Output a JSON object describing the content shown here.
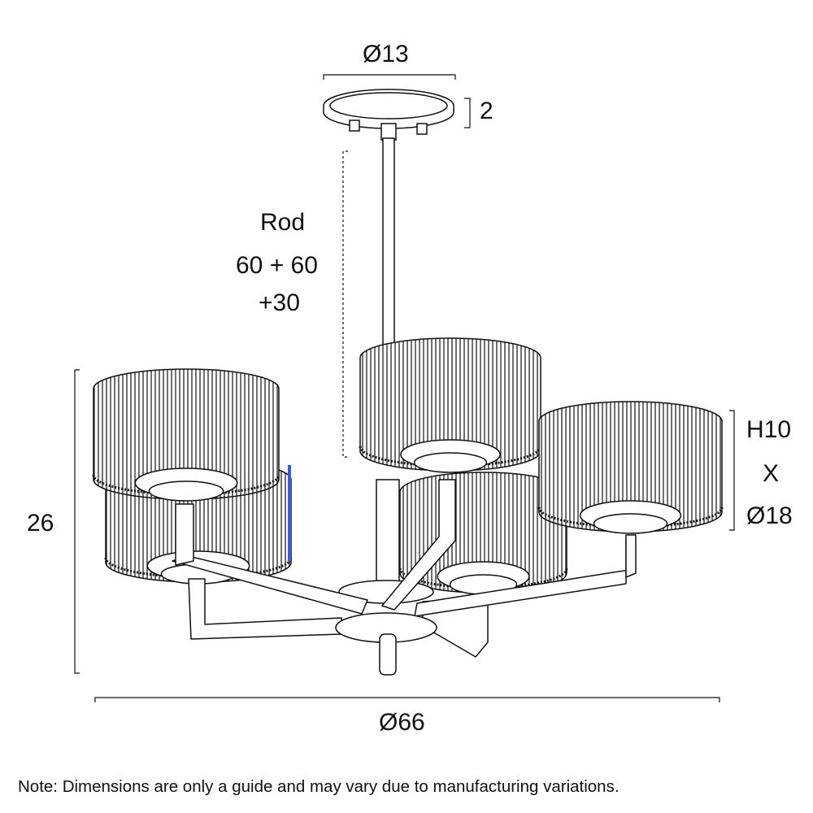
{
  "dimensions": {
    "canopy_diameter": "Ø13",
    "canopy_height": "2",
    "rod_title": "Rod",
    "rod_line1": "60 + 60",
    "rod_line2": "+30",
    "overall_height": "26",
    "shade_height": "H10",
    "shade_times": "X",
    "shade_diameter": "Ø18",
    "overall_diameter": "Ø66"
  },
  "note": "Note: Dimensions are only a guide and may vary due to manufacturing variations.",
  "colors": {
    "line": "#111111",
    "highlight": "#3a5bd9"
  }
}
